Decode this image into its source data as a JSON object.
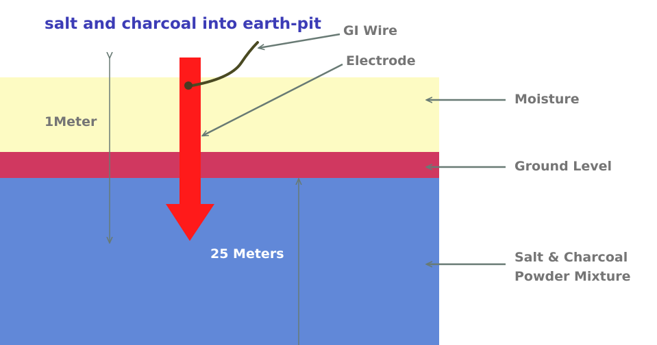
{
  "title": "salt and charcoal into earth-pit",
  "labels": {
    "gi_wire": "GI Wire",
    "electrode": "Electrode",
    "moisture": "Moisture",
    "ground_level": "Ground Level",
    "mixture_line1": "Salt & Charcoal",
    "mixture_line2": "Powder Mixture",
    "one_meter": "1Meter",
    "twenty_five_meters": "25 Meters"
  },
  "colors": {
    "title": "#3c3cb6",
    "label": "#757575",
    "moisture_layer": "#fdfbc3",
    "ground_layer": "#d03860",
    "mixture_layer": "#6188d8",
    "electrode": "#ff1a1a",
    "gi_wire": "#4a4a22",
    "pointer_arrows": "#687a74"
  }
}
